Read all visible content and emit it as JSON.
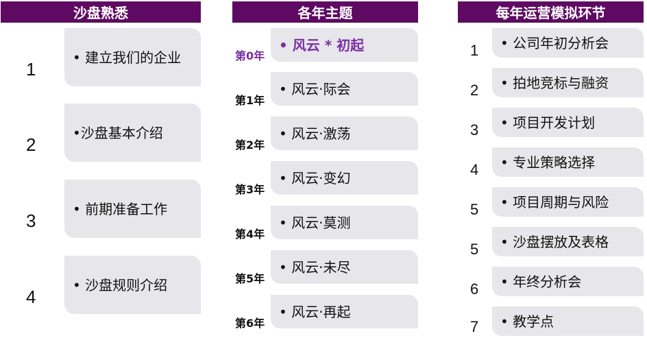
{
  "col1": {
    "title": "沙盘熟悉",
    "items": [
      {
        "num": "1",
        "text": "• 建立我们的企业"
      },
      {
        "num": "2",
        "text": "•沙盘基本介绍"
      },
      {
        "num": "3",
        "text": "• 前期准备工作"
      },
      {
        "num": "4",
        "text": "• 沙盘规则介绍"
      }
    ]
  },
  "col2": {
    "title": "各年主题",
    "items": [
      {
        "year": "第0年",
        "text": "• 风云 * 初起"
      },
      {
        "year": "第1年",
        "text": "• 风云·际会"
      },
      {
        "year": "第2年",
        "text": "• 风云·激荡"
      },
      {
        "year": "第3年",
        "text": "• 风云·变幻"
      },
      {
        "year": "第4年",
        "text": "• 风云·莫测"
      },
      {
        "year": "第5年",
        "text": "• 风云·未尽"
      },
      {
        "year": "第6年",
        "text": "• 风云·再起"
      }
    ]
  },
  "col3": {
    "title": "每年运营模拟环节",
    "items": [
      {
        "num": "1",
        "text": "• 公司年初分析会"
      },
      {
        "num": "2",
        "text": "• 拍地竞标与融资"
      },
      {
        "num": "3",
        "text": "• 项目开发计划"
      },
      {
        "num": "4",
        "text": "• 专业策略选择"
      },
      {
        "num": "5",
        "text": "• 项目周期与风险"
      },
      {
        "num": "5",
        "text": "• 沙盘摆放及表格"
      },
      {
        "num": "6",
        "text": "• 年终分析会"
      },
      {
        "num": "7",
        "text": "• 教学点"
      }
    ]
  },
  "colors": {
    "header_bg": "#5e0a62",
    "box_bg": "#e7e6ea",
    "highlight": "#7b2fa3"
  }
}
